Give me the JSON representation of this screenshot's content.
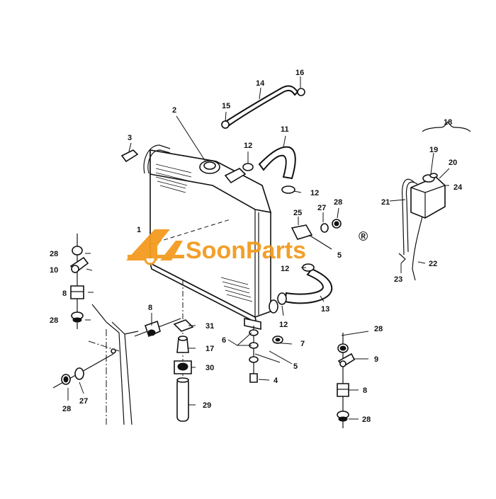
{
  "watermark": {
    "brand": "SoonParts",
    "registered_mark": "®",
    "color": "#f39a1e"
  },
  "callouts": {
    "c1": "1",
    "c2": "2",
    "c3": "3",
    "c4": "4",
    "c5a": "5",
    "c5b": "5",
    "c6": "6",
    "c7": "7",
    "c8a": "8",
    "c8b": "8",
    "c8c": "8",
    "c9": "9",
    "c10": "10",
    "c11": "11",
    "c12a": "12",
    "c12b": "12",
    "c12c": "12",
    "c12d": "12",
    "c13": "13",
    "c14": "14",
    "c15": "15",
    "c16": "16",
    "c17": "17",
    "c18": "18",
    "c19": "19",
    "c20": "20",
    "c21": "21",
    "c22": "22",
    "c23": "23",
    "c24": "24",
    "c25": "25",
    "c27a": "27",
    "c27b": "27",
    "c28a": "28",
    "c28b": "28",
    "c28c": "28",
    "c28d": "28",
    "c28e": "28",
    "c28f": "28",
    "c29": "29",
    "c30": "30",
    "c31": "31"
  }
}
